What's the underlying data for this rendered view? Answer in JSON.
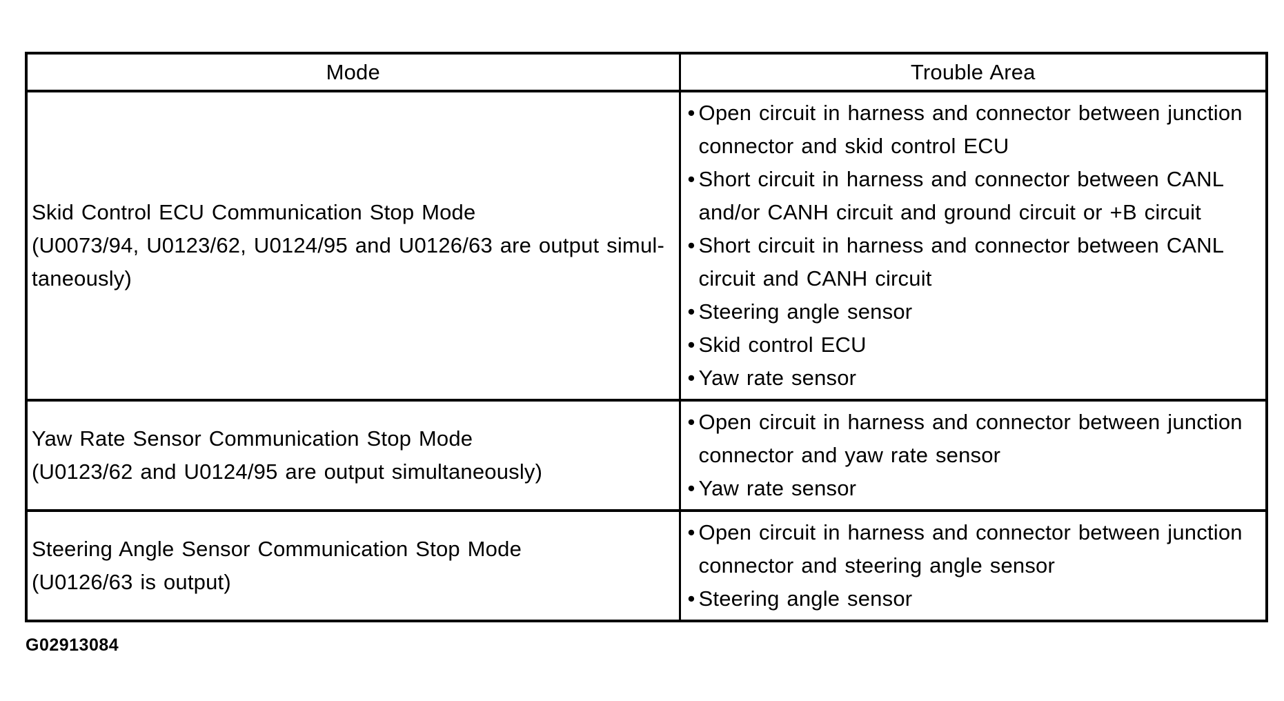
{
  "colors": {
    "background": "#ffffff",
    "text": "#000000",
    "border": "#000000"
  },
  "table": {
    "bullet_glyph": "•",
    "headers": [
      {
        "label": "Mode"
      },
      {
        "label": "Trouble Area"
      }
    ],
    "rows": [
      {
        "mode_lines": [
          "Skid Control ECU Communication Stop Mode",
          "(U0073/94, U0123/62, U0124/95 and U0126/63 are output simul-",
          "taneously)"
        ],
        "trouble_items": [
          "Open circuit in harness and connector between junction connector and skid control ECU",
          "Short circuit in harness and connector between CANL and/or CANH circuit and ground circuit or +B circuit",
          "Short circuit in harness and connector between CANL circuit and CANH circuit",
          "Steering angle sensor",
          "Skid control ECU",
          "Yaw rate sensor"
        ]
      },
      {
        "mode_lines": [
          "Yaw Rate Sensor Communication Stop Mode",
          "(U0123/62 and U0124/95 are output simultaneously)"
        ],
        "trouble_items": [
          "Open circuit in harness and connector between junction connector and yaw rate sensor",
          "Yaw rate sensor"
        ]
      },
      {
        "mode_lines": [
          "Steering Angle Sensor Communication Stop Mode",
          "(U0126/63 is output)"
        ],
        "trouble_items": [
          "Open circuit in harness and connector between junction connector and steering angle sensor",
          "Steering angle sensor"
        ]
      }
    ]
  },
  "caption": "G02913084"
}
